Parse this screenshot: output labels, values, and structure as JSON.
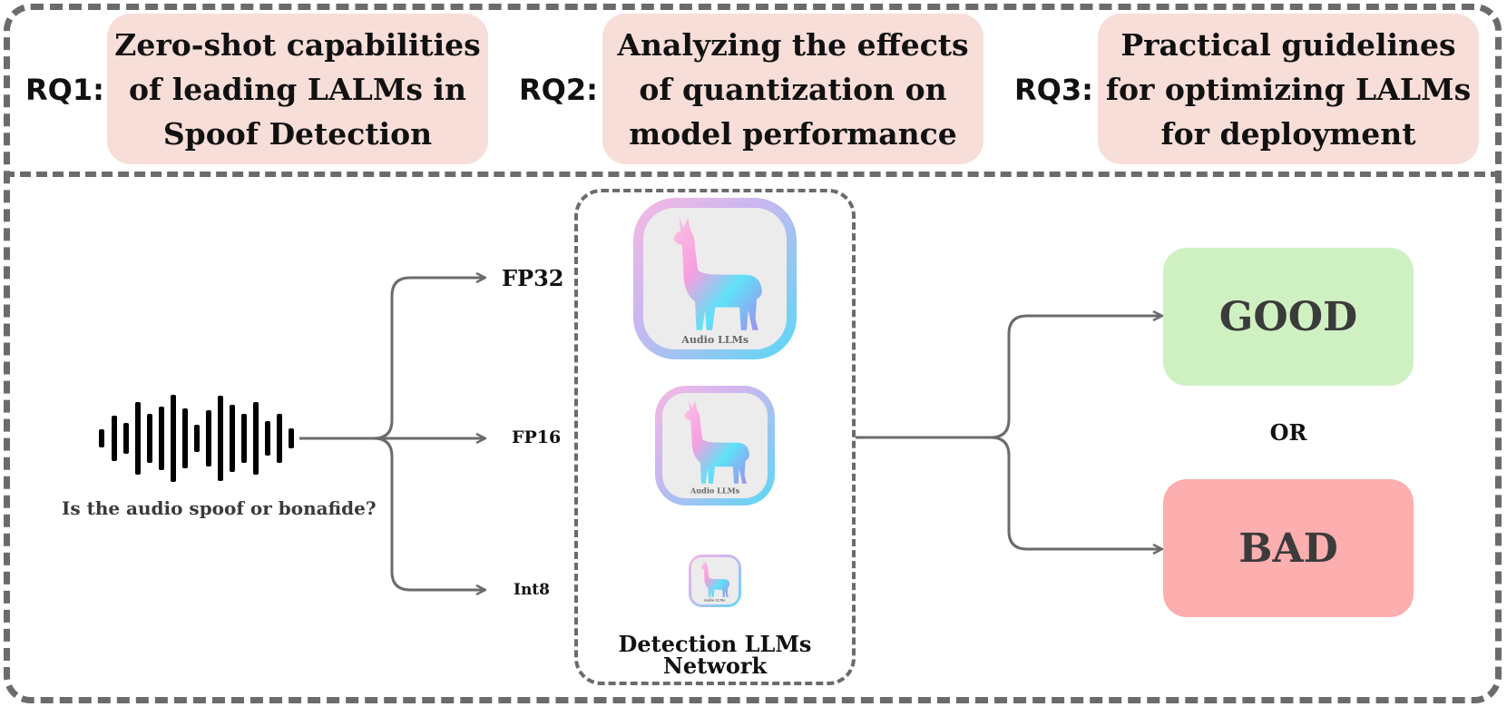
{
  "research_questions": [
    {
      "label": "RQ1:",
      "text": "Zero-shot capabilities of leading LALMs in Spoof Detection"
    },
    {
      "label": "RQ2:",
      "text": "Analyzing the effects of quantization on model performance"
    },
    {
      "label": "RQ3:",
      "text": "Practical guidelines for optimizing LALMs for deployment"
    }
  ],
  "input": {
    "caption": "Is the audio spoof or bonafide?",
    "icon": "sound-waveform-icon"
  },
  "formats": [
    "FP32",
    "FP16",
    "Int8"
  ],
  "models": {
    "icon": "llama-icon",
    "icon_caption": "Audio LLMs",
    "network_title_line1": "Detection LLMs",
    "network_title_line2": "Network"
  },
  "outputs": {
    "good": "GOOD",
    "or": "OR",
    "bad": "BAD"
  },
  "colors": {
    "rq_box": "#f8ded8",
    "good_box": "#cff1c2",
    "bad_box": "#fdaeae",
    "border": "#6b6b6b",
    "arrow": "#6b6b6b"
  }
}
